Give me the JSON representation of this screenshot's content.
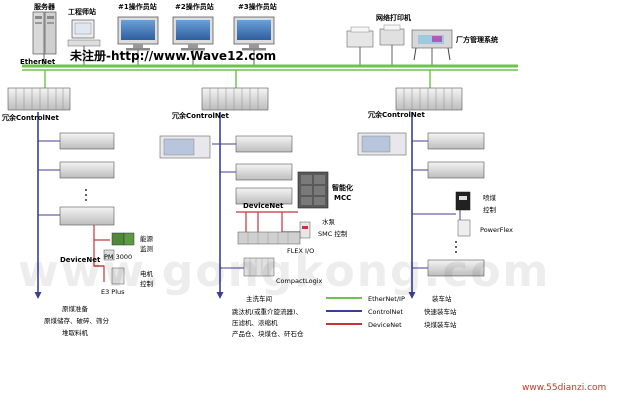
{
  "top": {
    "server": "服务器",
    "eng_station": "工程师站",
    "op1": "#1操作员站",
    "op2": "#2操作员站",
    "op3": "#3操作员站",
    "printer": "网络打印机",
    "factory_mgmt": "厂方管理系统",
    "ethernet": "EtherNet",
    "watermark_url": "未注册-http://www.Wave12.com"
  },
  "nodes": {
    "cn1": "冗余ControlNet",
    "cn2": "冗余ControlNet",
    "cn3": "冗余ControlNet"
  },
  "left": {
    "devicenet": "DeviceNet",
    "pm3000": "PM 3000",
    "energy1": "能源",
    "energy2": "监测",
    "e3plus": "E3 Plus",
    "motor1": "电机",
    "motor2": "控制",
    "area1": "原煤准备",
    "area2": "原煤储存、破碎、筛分",
    "area3": "堆取料机"
  },
  "center": {
    "mcc1": "智能化",
    "mcc2": "MCC",
    "devicenet": "DeviceNet",
    "pump1": "水泵",
    "smc": "SMC 控制",
    "flexio": "FLEX I/O",
    "compactlogix": "CompactLogix",
    "area1": "主洗车间",
    "area2": "跳汰机(或重介旋流器)、",
    "area3": "压滤机、浓缩机",
    "area4": "产品仓、块煤仓、矸石仓"
  },
  "right": {
    "spray1": "喷煤",
    "spray2": "控制",
    "powerflex": "PowerFlex",
    "area1": "装车站",
    "area2": "快速装车站",
    "area3": "块煤装车站"
  },
  "legend": {
    "ethernet_ip": "EtherNet/IP",
    "controlnet": "ControlNet",
    "devicenet": "DeviceNet",
    "ethernet_color": "#6fc24a",
    "controlnet_color": "#3b3f94",
    "devicenet_color": "#c4343a"
  },
  "watermark": {
    "big": "www.gongkong.com",
    "site": "www.55dianzi.com"
  }
}
